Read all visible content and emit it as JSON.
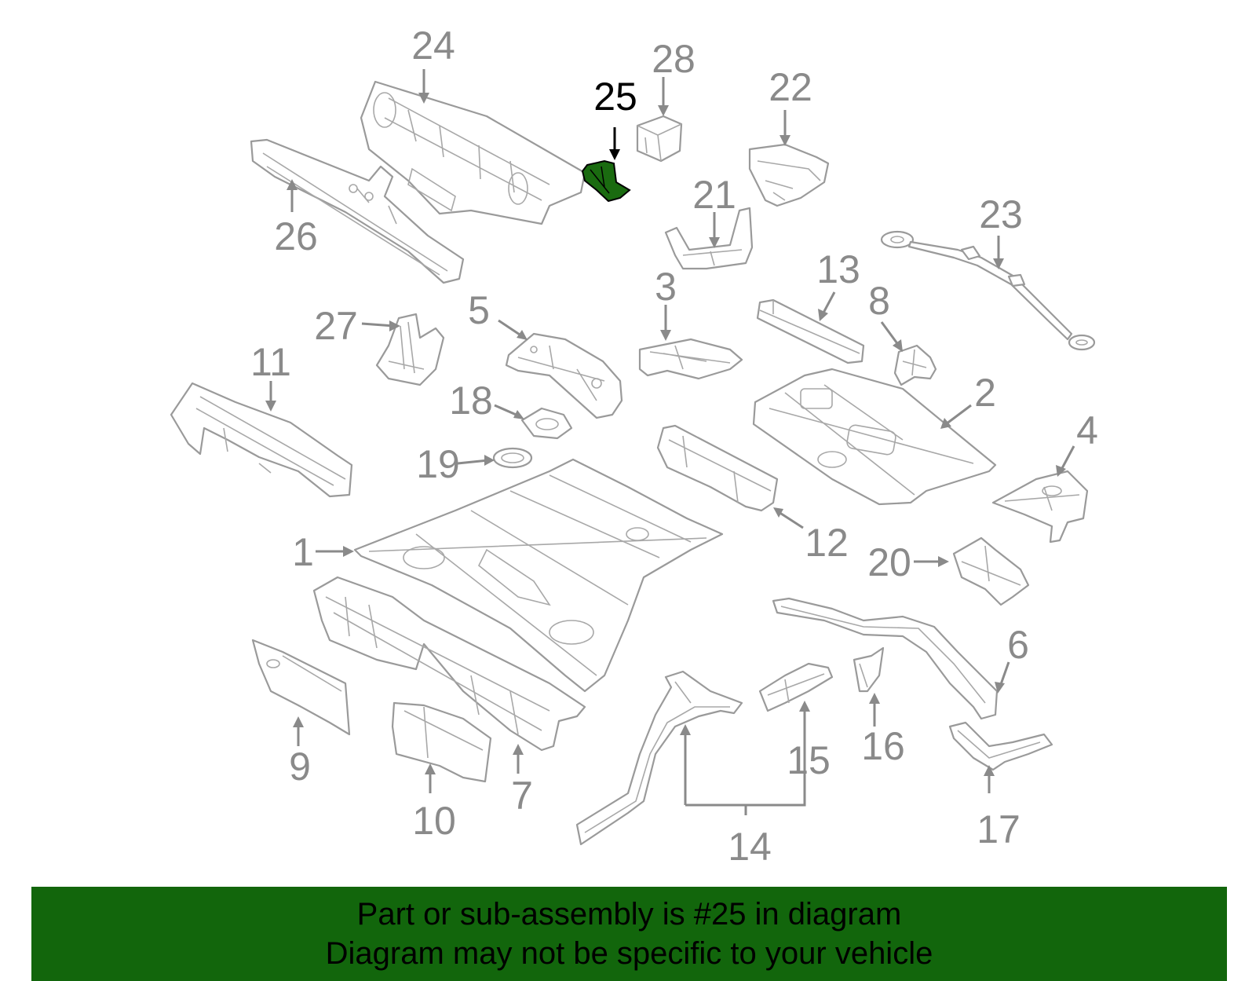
{
  "highlighted_part": "25",
  "part_labels": [
    "1",
    "2",
    "3",
    "4",
    "5",
    "6",
    "7",
    "8",
    "9",
    "10",
    "11",
    "12",
    "13",
    "14",
    "15",
    "16",
    "17",
    "18",
    "19",
    "20",
    "21",
    "22",
    "23",
    "24",
    "25",
    "26",
    "27",
    "28"
  ],
  "colors": {
    "banner_bg": "#12660c",
    "highlight_fill": "#1a6b10",
    "part_stroke": "#9a9a9a",
    "label_gray": "#8a8a8a"
  },
  "banner": {
    "line1": "Part or sub-assembly is #25 in diagram",
    "line2": "Diagram may not be specific to your vehicle"
  }
}
